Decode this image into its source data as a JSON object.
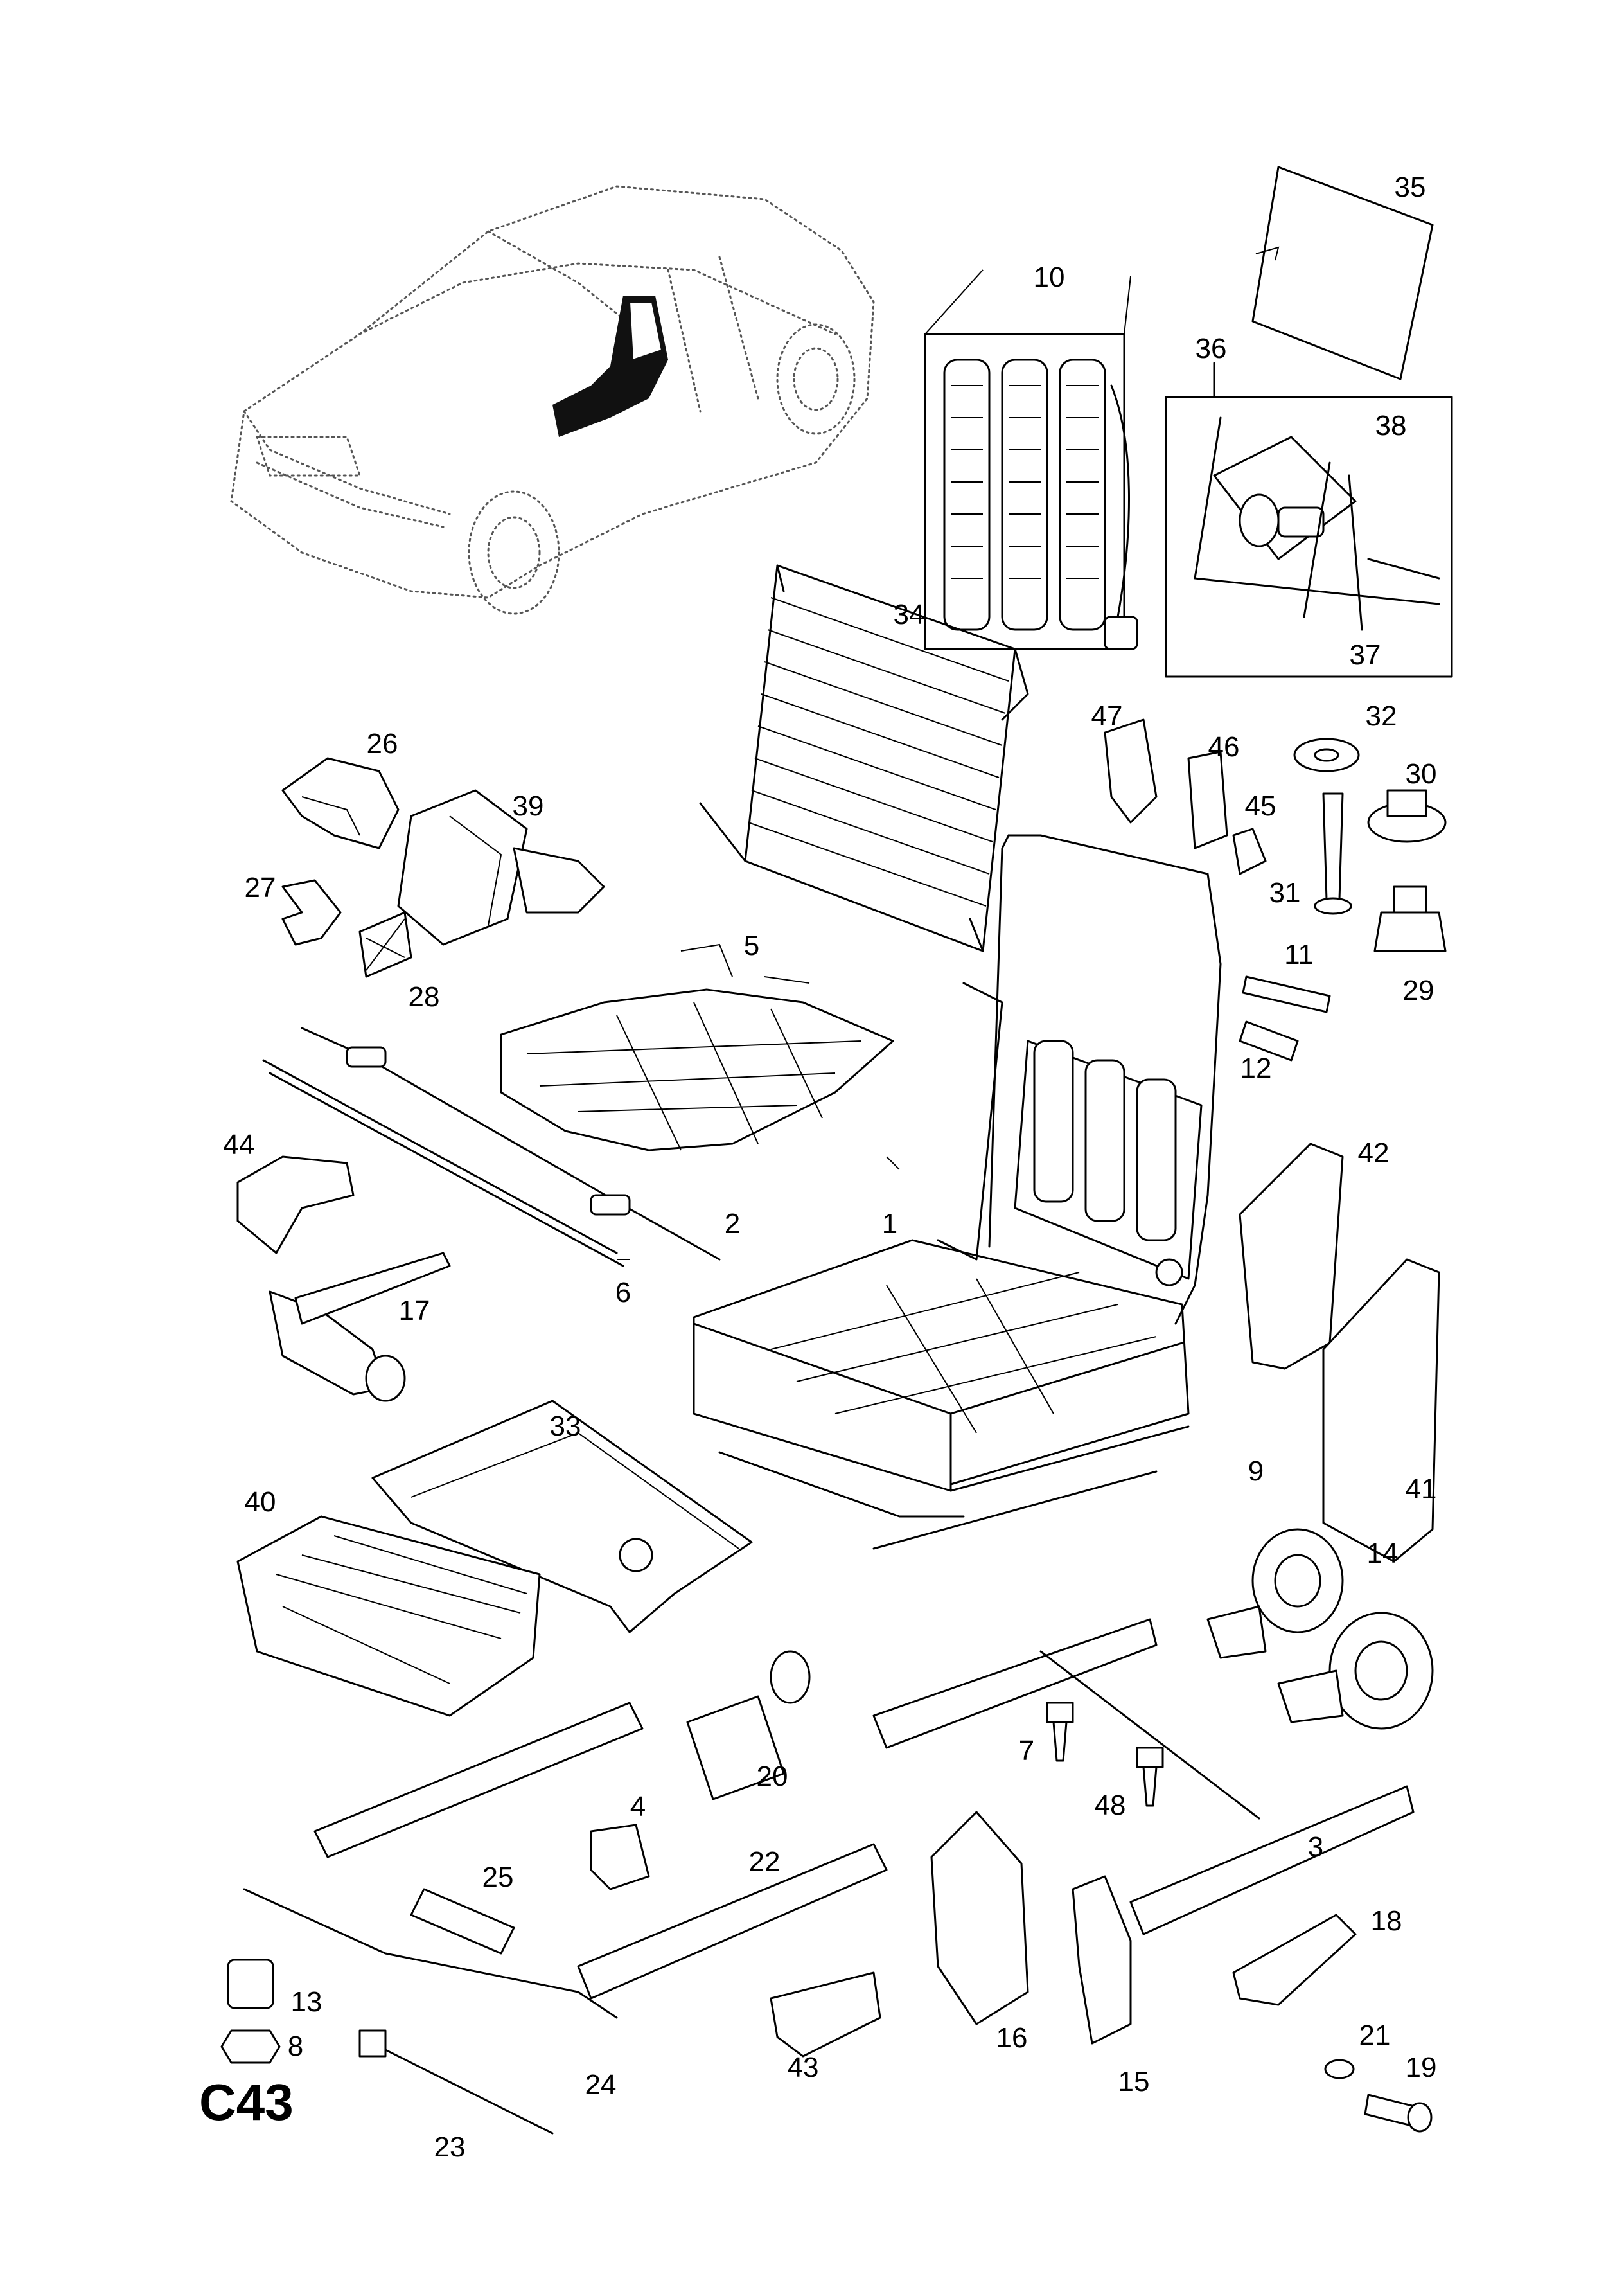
{
  "figure_code": "C43",
  "labels": {
    "p1": "1",
    "p2": "2",
    "p3": "3",
    "p4": "4",
    "p5": "5",
    "p6": "6",
    "p7": "7",
    "p8": "8",
    "p9": "9",
    "p10": "10",
    "p11": "11",
    "p12": "12",
    "p13": "13",
    "p14": "14",
    "p15": "15",
    "p16": "16",
    "p17": "17",
    "p18": "18",
    "p19": "19",
    "p20": "20",
    "p21": "21",
    "p22": "22",
    "p23": "23",
    "p24": "24",
    "p25": "25",
    "p26": "26",
    "p27": "27",
    "p28": "28",
    "p29": "29",
    "p30": "30",
    "p31": "31",
    "p32": "32",
    "p33": "33",
    "p34": "34",
    "p35": "35",
    "p36": "36",
    "p37": "37",
    "p38": "38",
    "p39": "39",
    "p40": "40",
    "p41": "41",
    "p42": "42",
    "p43": "43",
    "p44": "44",
    "p45": "45",
    "p46": "46",
    "p47": "47",
    "p48": "48"
  }
}
